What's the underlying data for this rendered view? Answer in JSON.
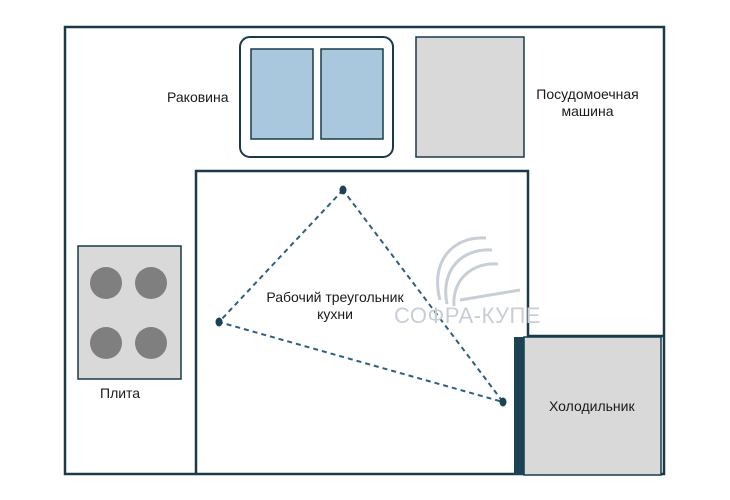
{
  "colors": {
    "outline": "#1a3a4a",
    "sink_basin": "#a9c8de",
    "appliance_fill": "#d9d9d9",
    "burner": "#7f7f7f",
    "triangle": "#2d5f80",
    "fridge_edge": "#1c4256",
    "watermark": "#c8ced6"
  },
  "labels": {
    "sink": "Раковина",
    "dishwasher_line1": "Посудомоечная",
    "dishwasher_line2": "машина",
    "triangle_line1": "Рабочий треугольник",
    "triangle_line2": "кухни",
    "stove": "Плита",
    "fridge": "Холодильник"
  },
  "watermark": {
    "text": "СОФРА-КУПЕ",
    "icon": "sofra-kupe-logo-icon"
  }
}
